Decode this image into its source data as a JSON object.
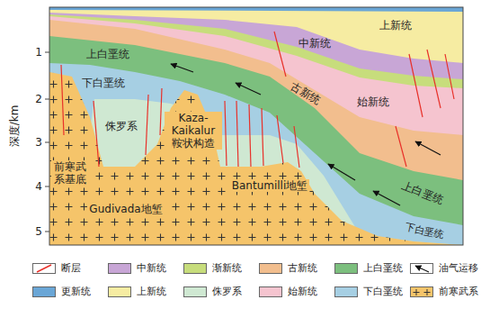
{
  "diagram": {
    "labels": [
      "深度/km",
      "1",
      "2",
      "3",
      "4",
      "5",
      "上新统",
      "中新统",
      "上白垩统",
      "下白垩统",
      "古新统",
      "始新统",
      "侏罗系",
      "Kaza-Kaikalur 鞍状构造",
      "前寒武系基底",
      "Gudivada地堑",
      "Bantumilli地堑",
      "上白垩统",
      "下白垩统"
    ],
    "legend": [
      {
        "text": "断层"
      },
      {
        "text": "中新统",
        "color": "#c8a6d6"
      },
      {
        "text": "渐新统",
        "color": "#c7dd7c"
      },
      {
        "text": "古新统",
        "color": "#f2be8e"
      },
      {
        "text": "上白垩统",
        "color": "#7cbf7e"
      },
      {
        "text": "油气运移"
      },
      {
        "text": "更新统",
        "color": "#6aa6d6"
      },
      {
        "text": "上新统",
        "color": "#f6eca2"
      },
      {
        "text": "侏罗系",
        "color": "#cfe8d2"
      },
      {
        "text": "始新统",
        "color": "#f5c4cf"
      },
      {
        "text": "下白垩统",
        "color": "#a6cfe3"
      },
      {
        "text": "前寒武系"
      }
    ]
  }
}
